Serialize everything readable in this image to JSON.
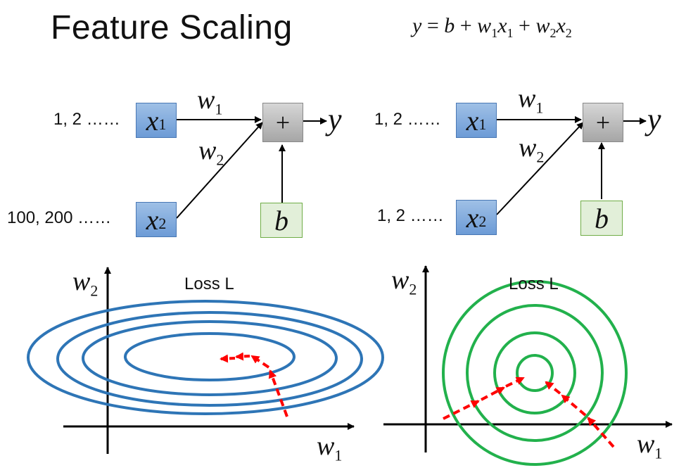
{
  "title": "Feature Scaling",
  "formula": {
    "lhs": "y",
    "eq": "=",
    "b": "b",
    "plus1": "+",
    "w1": "w",
    "w1_sub": "1",
    "x1": "x",
    "x1_sub": "1",
    "plus2": "+",
    "w2": "w",
    "w2_sub": "2",
    "x2": "x",
    "x2_sub": "2"
  },
  "left_network": {
    "x1_inputs": "1, 2 ……",
    "x2_inputs": "100, 200 ……",
    "x1": "x",
    "x1_sub": "1",
    "x2": "x",
    "x2_sub": "2",
    "w1": "w",
    "w1_sub": "1",
    "w2": "w",
    "w2_sub": "2",
    "sum": "+",
    "bias": "b",
    "output": "y"
  },
  "right_network": {
    "x1_inputs": "1, 2 ……",
    "x2_inputs": "1, 2 ……",
    "x1": "x",
    "x1_sub": "1",
    "x2": "x",
    "x2_sub": "2",
    "w1": "w",
    "w1_sub": "1",
    "w2": "w",
    "w2_sub": "2",
    "sum": "+",
    "bias": "b",
    "output": "y"
  },
  "left_plot": {
    "loss_label": "Loss L",
    "y_axis": "w",
    "y_axis_sub": "2",
    "x_axis": "w",
    "x_axis_sub": "1",
    "contour_color": "#2e75b6",
    "path_color": "#ff0000"
  },
  "right_plot": {
    "loss_label": "Loss L",
    "y_axis": "w",
    "y_axis_sub": "2",
    "x_axis": "w",
    "x_axis_sub": "1",
    "contour_color": "#22b14c",
    "path_color": "#ff0000"
  }
}
